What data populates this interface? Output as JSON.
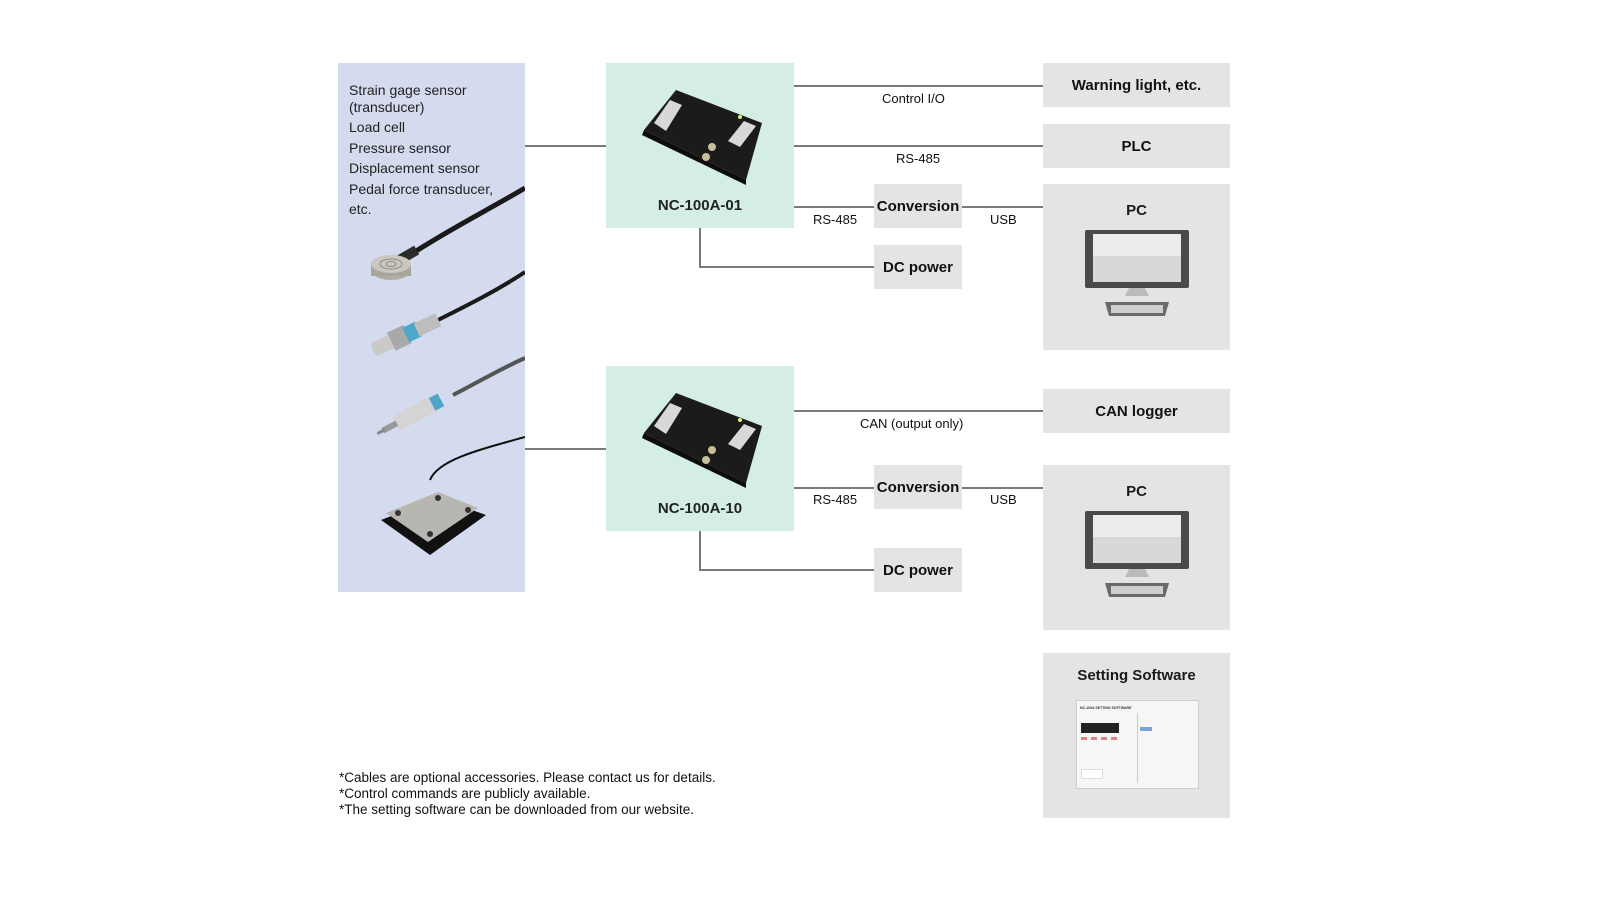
{
  "sensors": {
    "items": [
      "Strain gage sensor",
      "(transducer)",
      "Load cell",
      "Pressure sensor",
      "Displacement sensor",
      "Pedal force transducer,",
      "etc."
    ],
    "images": [
      "load-cell",
      "pressure-sensor",
      "displacement-sensor",
      "pedal-force-transducer"
    ]
  },
  "devices": [
    {
      "model": "NC-100A-01"
    },
    {
      "model": "NC-100A-10"
    }
  ],
  "connections_top": {
    "control_io": "Control I/O",
    "rs485_plc": "RS-485",
    "rs485_conv": "RS-485",
    "usb": "USB",
    "conversion": "Conversion",
    "dc_power": "DC power",
    "warning_light": "Warning light, etc.",
    "plc": "PLC",
    "pc": "PC"
  },
  "connections_bottom": {
    "can": "CAN (output only)",
    "rs485_conv": "RS-485",
    "usb": "USB",
    "conversion": "Conversion",
    "dc_power": "DC power",
    "can_logger": "CAN logger",
    "pc": "PC"
  },
  "software": {
    "title": "Setting Software",
    "screen_title": "NC-100A SETTING SOFTWARE"
  },
  "footnotes": [
    "*Cables are optional accessories.  Please contact us for details.",
    "*Control commands are publicly available.",
    "*The setting software can be downloaded from our website."
  ]
}
